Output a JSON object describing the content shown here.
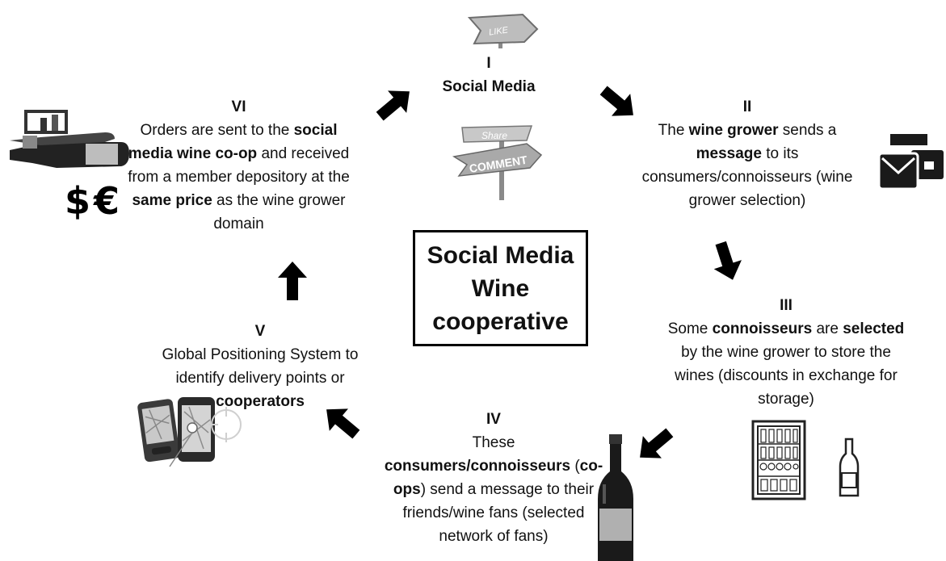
{
  "center": {
    "lines": [
      "Social Media",
      "Wine",
      "cooperative"
    ]
  },
  "steps": {
    "s1": {
      "num": "I",
      "text": "Social Media"
    },
    "s2": {
      "num": "II",
      "parts": [
        {
          "t": "The ",
          "b": false
        },
        {
          "t": "wine grower",
          "b": true
        },
        {
          "t": " sends a ",
          "b": false
        },
        {
          "t": "message",
          "b": true
        },
        {
          "t": " to its consumers/connoisseurs (wine grower selection)",
          "b": false
        }
      ]
    },
    "s3": {
      "num": "III",
      "parts": [
        {
          "t": "Some ",
          "b": false
        },
        {
          "t": "connoisseurs",
          "b": true
        },
        {
          "t": " are ",
          "b": false
        },
        {
          "t": "selected",
          "b": true
        },
        {
          "t": " by the wine grower to store the wines (discounts in exchange for storage)",
          "b": false
        }
      ]
    },
    "s4": {
      "num": "IV",
      "parts": [
        {
          "t": "These ",
          "b": false
        },
        {
          "t": "consumers/connoisseurs",
          "b": true
        },
        {
          "t": " (",
          "b": false
        },
        {
          "t": "co-ops",
          "b": true
        },
        {
          "t": ") send a message to their friends/wine fans (selected network of fans)",
          "b": false
        }
      ]
    },
    "s5": {
      "num": "V",
      "parts": [
        {
          "t": "Global Positioning System to identify delivery points or ",
          "b": false
        },
        {
          "t": "cooperators",
          "b": true
        }
      ]
    },
    "s6": {
      "num": "VI",
      "parts": [
        {
          "t": "Orders are sent to the ",
          "b": false
        },
        {
          "t": "social media wine co-op",
          "b": true
        },
        {
          "t": " and received from a member depository at the ",
          "b": false
        },
        {
          "t": "same price",
          "b": true
        },
        {
          "t": " as the wine grower domain",
          "b": false
        }
      ]
    }
  },
  "signs": {
    "like": "LIKE",
    "share": "Share",
    "comment": "COMMENT"
  },
  "currency": "$€"
}
